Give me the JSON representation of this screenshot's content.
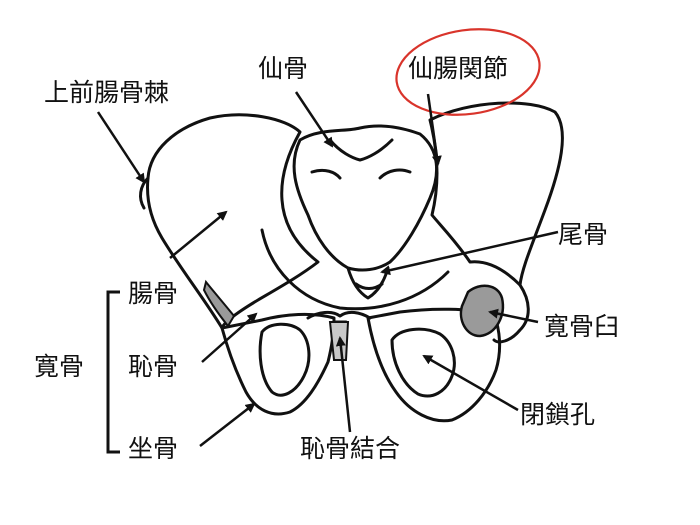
{
  "labels": {
    "asis": "上前腸骨棘",
    "sacrum": "仙骨",
    "si_joint": "仙腸関節",
    "coccyx": "尾骨",
    "ilium": "腸骨",
    "hip_bone": "寛骨",
    "pubis": "恥骨",
    "acetabulum": "寛骨臼",
    "ischium": "坐骨",
    "pubic_symphysis": "恥骨結合",
    "obturator": "閉鎖孔"
  },
  "colors": {
    "line": "#111111",
    "highlight_circle": "#d9342b",
    "shade": "#9a9a9a",
    "shade_light": "#c8c8c8"
  }
}
